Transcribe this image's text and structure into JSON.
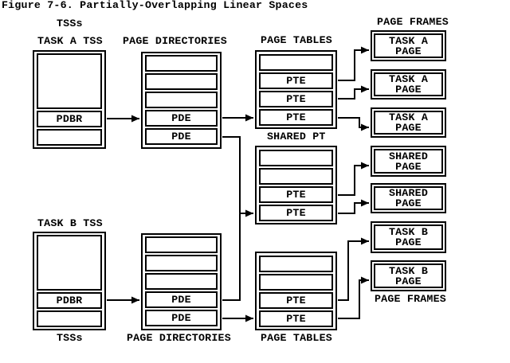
{
  "title": "Figure 7-6. Partially-Overlapping Linear Spaces",
  "labels": {
    "tsss_top": "TSSs",
    "task_a_tss": "TASK A TSS",
    "page_directories_top": "PAGE DIRECTORIES",
    "page_tables_top": "PAGE TABLES",
    "page_frames_top": "PAGE FRAMES",
    "shared_pt": "SHARED PT",
    "task_b_tss": "TASK B TSS",
    "tsss_bottom": "TSSs",
    "page_directories_bottom": "PAGE DIRECTORIES",
    "page_tables_bottom": "PAGE TABLES",
    "page_frames_bottom": "PAGE FRAMES"
  },
  "boxes": {
    "task_a_tss": {
      "cells": [
        "",
        "PDBR",
        ""
      ]
    },
    "task_b_tss": {
      "cells": [
        "",
        "PDBR",
        ""
      ]
    },
    "page_directory_a": {
      "cells": [
        "",
        "",
        "",
        "PDE",
        "PDE"
      ]
    },
    "page_directory_b": {
      "cells": [
        "",
        "",
        "",
        "PDE",
        "PDE"
      ]
    },
    "page_table_a": {
      "cells": [
        "",
        "PTE",
        "PTE",
        "PTE"
      ]
    },
    "shared_page_table": {
      "cells": [
        "",
        "",
        "PTE",
        "PTE"
      ]
    },
    "page_table_b": {
      "cells": [
        "",
        "",
        "PTE",
        "PTE"
      ]
    }
  },
  "frames": [
    {
      "line1": "TASK A",
      "line2": "PAGE"
    },
    {
      "line1": "TASK A",
      "line2": "PAGE"
    },
    {
      "line1": "TASK A",
      "line2": "PAGE"
    },
    {
      "line1": "SHARED",
      "line2": "PAGE"
    },
    {
      "line1": "SHARED",
      "line2": "PAGE"
    },
    {
      "line1": "TASK B",
      "line2": "PAGE"
    },
    {
      "line1": "TASK B",
      "line2": "PAGE"
    }
  ],
  "colors": {
    "ink": "#000000",
    "background": "#ffffff"
  }
}
